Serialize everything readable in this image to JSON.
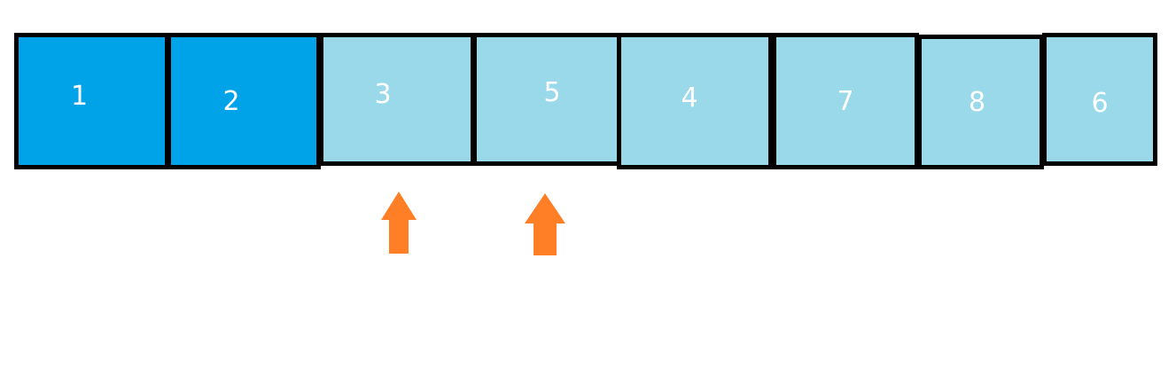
{
  "colors": {
    "sorted": "#00a2e8",
    "unsorted": "#99d9ea",
    "border": "#000000",
    "text": "#ffffff",
    "pointer": "#ff7f27"
  },
  "cells": [
    {
      "value": "1",
      "state": "sorted"
    },
    {
      "value": "2",
      "state": "sorted"
    },
    {
      "value": "3",
      "state": "unsorted"
    },
    {
      "value": "5",
      "state": "unsorted"
    },
    {
      "value": "4",
      "state": "unsorted"
    },
    {
      "value": "7",
      "state": "unsorted"
    },
    {
      "value": "8",
      "state": "unsorted"
    },
    {
      "value": "6",
      "state": "unsorted"
    }
  ],
  "pointers": [
    {
      "icon": "up-arrow-icon",
      "points_to_index": 2
    },
    {
      "icon": "up-arrow-icon",
      "points_to_index": 3
    }
  ]
}
